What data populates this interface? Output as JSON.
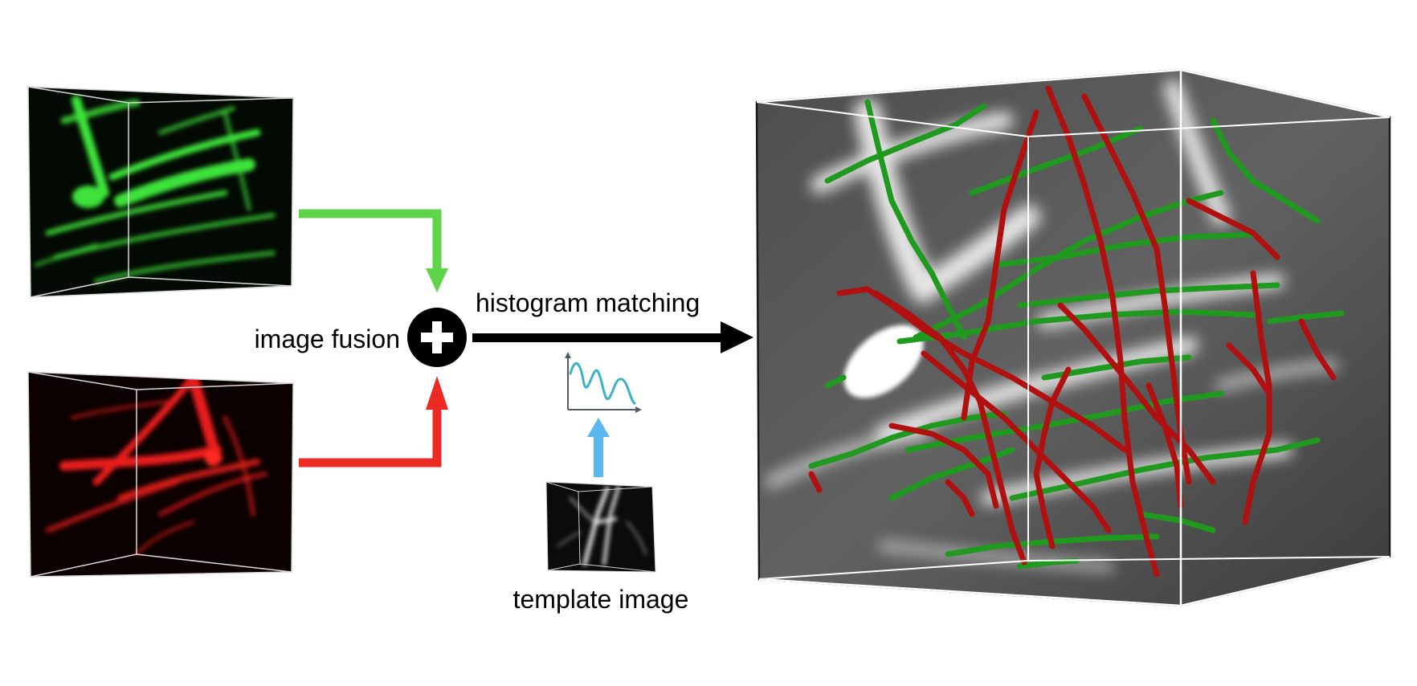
{
  "labels": {
    "image_fusion": "image fusion",
    "histogram_matching": "histogram matching",
    "template_image": "template image"
  },
  "colors": {
    "green_channel": "#5fd44a",
    "red_channel": "#ec2a24",
    "template_arrow": "#5bb8ee",
    "fusion_node": "#000000",
    "main_arrow": "#000000",
    "histogram_curve": "#3bb3bf",
    "trace_green": "#1f9a1f",
    "trace_red": "#b01010"
  },
  "icons": {
    "fusion": "plus-in-circle-icon",
    "histogram": "histogram-curve-icon"
  }
}
